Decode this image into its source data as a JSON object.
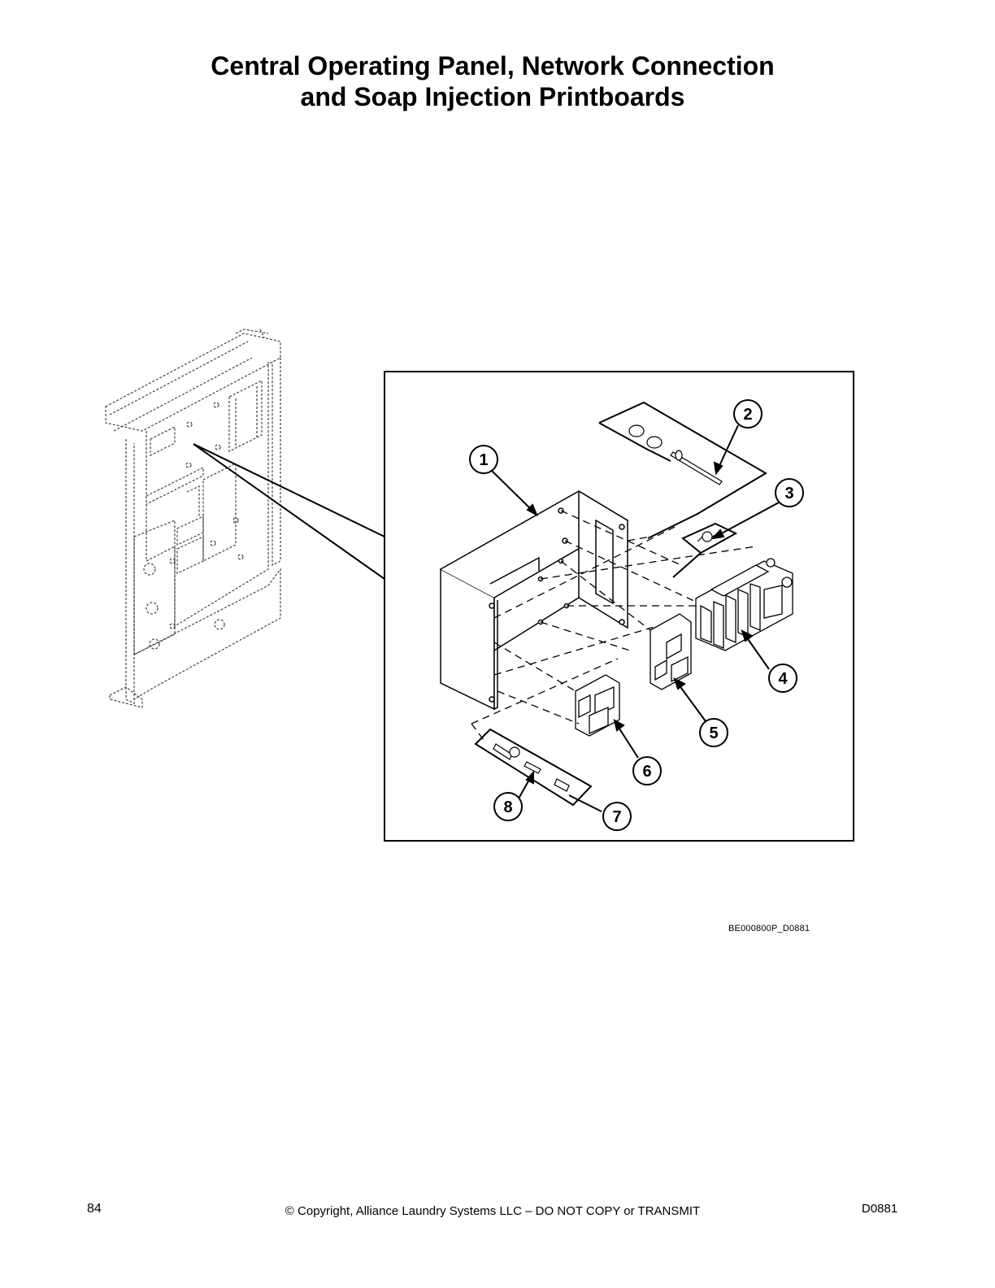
{
  "title": {
    "line1": "Central Operating Panel, Network Connection",
    "line2": "and Soap Injection Printboards"
  },
  "figure_id": "BE000800P_D0881",
  "callouts": [
    "1",
    "2",
    "3",
    "4",
    "5",
    "6",
    "7",
    "8"
  ],
  "footer": {
    "page_number": "84",
    "copyright": "© Copyright, Alliance Laundry Systems LLC – DO NOT COPY or TRANSMIT",
    "doc_code": "D0881"
  }
}
